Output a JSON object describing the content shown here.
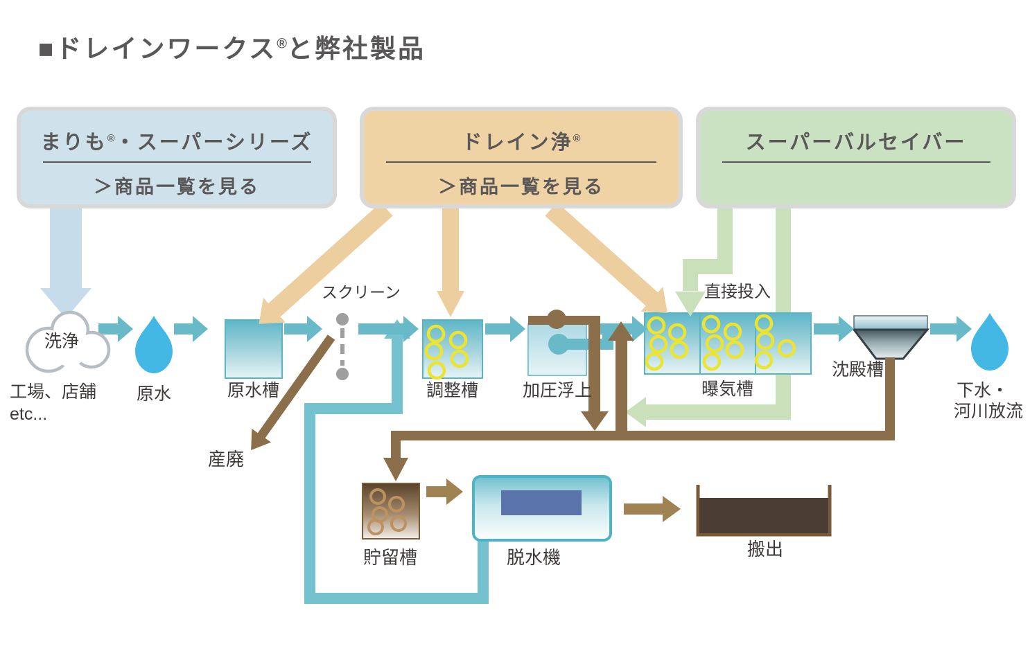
{
  "title": {
    "main": "■ドレインワークス",
    "reg": "®",
    "suffix": "と弊社製品"
  },
  "boxes": [
    {
      "title_main": "まりも",
      "title_reg": "®",
      "title_suffix": "・スーパーシリーズ",
      "link": "＞商品一覧を見る"
    },
    {
      "title_main": "ドレイン浄",
      "title_reg": "®",
      "title_suffix": "",
      "link": "＞商品一覧を見る"
    },
    {
      "title_main": "スーパーバルセイバー",
      "title_reg": "",
      "title_suffix": "",
      "link": ""
    }
  ],
  "diagram": {
    "source_label": "洗浄",
    "source_caption1": "工場、店舗",
    "source_caption2": "etc...",
    "raw_water": "原水",
    "raw_water_tank": "原水槽",
    "screen": "スクリーン",
    "adjustment_tank": "調整槽",
    "flotation": "加圧浮上",
    "direct_input": "直接投入",
    "aeration_tank": "曝気槽",
    "sedimentation_tank": "沈殿槽",
    "discharge1": "下水・",
    "discharge2": "河川放流",
    "industrial_waste": "産廃",
    "storage_tank": "貯留槽",
    "dewatering_machine": "脱水機",
    "carry_out": "搬出"
  },
  "colors": {
    "marimo_box": "#cfe2ec",
    "drainjo_box": "#f0d3a4",
    "valsaver_box": "#cbe2c2",
    "flow_arrow": "#68bac9",
    "return_line": "#74c2cf",
    "chemical_blue_arrow": "#c6dcea",
    "chemical_tan_arrow": "#edcf9f",
    "chemical_green_arrow": "#c9e0bb",
    "sludge_line": "#8b6f4a",
    "process_arrow_brown": "#a08353",
    "water_drop": "#44b8e5",
    "bubble_yellow": "#ece42f",
    "label_text": "#3e3a39",
    "heading_text": "#595757"
  }
}
